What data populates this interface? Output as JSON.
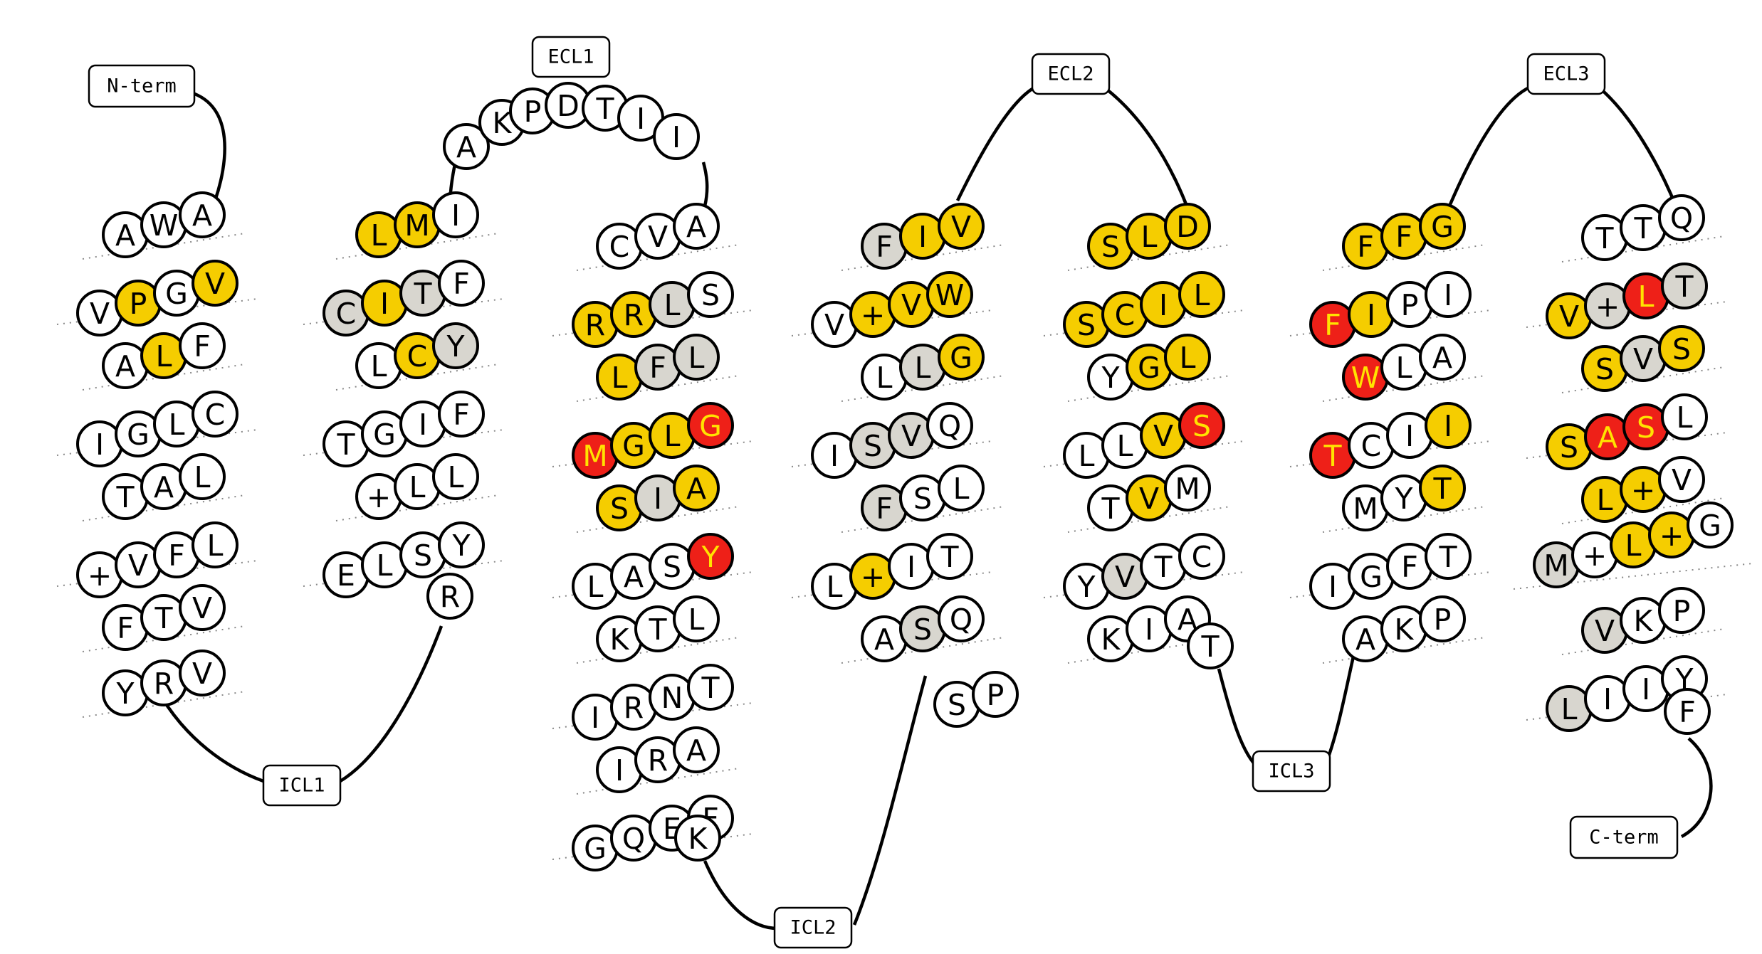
{
  "colors": {
    "white": "#ffffff",
    "grey": "#d8d6cf",
    "yellow": "#f5cd00",
    "red": "#ee2018",
    "text_on_red": "#ffe300",
    "text": "#000000"
  },
  "labels": {
    "nterm": "N-term",
    "ecl1": "ECL1",
    "icl1": "ICL1",
    "ecl2": "ECL2",
    "icl2": "ICL2",
    "ecl3": "ECL3",
    "icl3": "ICL3",
    "cterm": "C-term"
  },
  "segments": {
    "tm1": [
      {
        "aa": "A",
        "c": "white"
      },
      {
        "aa": "W",
        "c": "white"
      },
      {
        "aa": "A",
        "c": "white"
      },
      {
        "aa": "V",
        "c": "white"
      },
      {
        "aa": "P",
        "c": "yellow"
      },
      {
        "aa": "G",
        "c": "white"
      },
      {
        "aa": "V",
        "c": "yellow"
      },
      {
        "aa": "A",
        "c": "white"
      },
      {
        "aa": "L",
        "c": "yellow"
      },
      {
        "aa": "F",
        "c": "white"
      },
      {
        "aa": "I",
        "c": "white"
      },
      {
        "aa": "G",
        "c": "white"
      },
      {
        "aa": "L",
        "c": "white"
      },
      {
        "aa": "C",
        "c": "white"
      },
      {
        "aa": "T",
        "c": "white"
      },
      {
        "aa": "A",
        "c": "white"
      },
      {
        "aa": "L",
        "c": "white"
      },
      {
        "aa": "+",
        "c": "white"
      },
      {
        "aa": "V",
        "c": "white"
      },
      {
        "aa": "F",
        "c": "white"
      },
      {
        "aa": "L",
        "c": "white"
      },
      {
        "aa": "F",
        "c": "white"
      },
      {
        "aa": "T",
        "c": "white"
      },
      {
        "aa": "V",
        "c": "white"
      },
      {
        "aa": "Y",
        "c": "white"
      },
      {
        "aa": "R",
        "c": "white"
      },
      {
        "aa": "V",
        "c": "white"
      }
    ],
    "tm2": [
      {
        "aa": "L",
        "c": "yellow"
      },
      {
        "aa": "M",
        "c": "yellow"
      },
      {
        "aa": "I",
        "c": "white"
      },
      {
        "aa": "C",
        "c": "grey"
      },
      {
        "aa": "I",
        "c": "yellow"
      },
      {
        "aa": "T",
        "c": "grey"
      },
      {
        "aa": "F",
        "c": "white"
      },
      {
        "aa": "L",
        "c": "white"
      },
      {
        "aa": "C",
        "c": "yellow"
      },
      {
        "aa": "Y",
        "c": "grey"
      },
      {
        "aa": "T",
        "c": "white"
      },
      {
        "aa": "G",
        "c": "white"
      },
      {
        "aa": "I",
        "c": "white"
      },
      {
        "aa": "F",
        "c": "white"
      },
      {
        "aa": "+",
        "c": "white"
      },
      {
        "aa": "L",
        "c": "white"
      },
      {
        "aa": "L",
        "c": "white"
      },
      {
        "aa": "E",
        "c": "white"
      },
      {
        "aa": "L",
        "c": "white"
      },
      {
        "aa": "S",
        "c": "white"
      },
      {
        "aa": "Y",
        "c": "white"
      },
      {
        "aa": "R",
        "c": "white"
      }
    ],
    "ecl1": [
      {
        "aa": "A",
        "c": "white"
      },
      {
        "aa": "K",
        "c": "white"
      },
      {
        "aa": "P",
        "c": "white"
      },
      {
        "aa": "D",
        "c": "white"
      },
      {
        "aa": "T",
        "c": "white"
      },
      {
        "aa": "I",
        "c": "white"
      },
      {
        "aa": "I",
        "c": "white"
      }
    ],
    "tm3": [
      {
        "aa": "C",
        "c": "white"
      },
      {
        "aa": "V",
        "c": "white"
      },
      {
        "aa": "A",
        "c": "white"
      },
      {
        "aa": "R",
        "c": "yellow"
      },
      {
        "aa": "R",
        "c": "yellow"
      },
      {
        "aa": "L",
        "c": "grey"
      },
      {
        "aa": "S",
        "c": "white"
      },
      {
        "aa": "L",
        "c": "yellow"
      },
      {
        "aa": "F",
        "c": "grey"
      },
      {
        "aa": "L",
        "c": "grey"
      },
      {
        "aa": "M",
        "c": "red"
      },
      {
        "aa": "G",
        "c": "yellow"
      },
      {
        "aa": "L",
        "c": "yellow"
      },
      {
        "aa": "G",
        "c": "red"
      },
      {
        "aa": "S",
        "c": "yellow"
      },
      {
        "aa": "I",
        "c": "grey"
      },
      {
        "aa": "A",
        "c": "yellow"
      },
      {
        "aa": "L",
        "c": "white"
      },
      {
        "aa": "A",
        "c": "white"
      },
      {
        "aa": "S",
        "c": "white"
      },
      {
        "aa": "Y",
        "c": "red"
      },
      {
        "aa": "K",
        "c": "white"
      },
      {
        "aa": "T",
        "c": "white"
      },
      {
        "aa": "L",
        "c": "white"
      },
      {
        "aa": "I",
        "c": "white"
      },
      {
        "aa": "R",
        "c": "white"
      },
      {
        "aa": "N",
        "c": "white"
      },
      {
        "aa": "T",
        "c": "white"
      },
      {
        "aa": "I",
        "c": "white"
      },
      {
        "aa": "R",
        "c": "white"
      },
      {
        "aa": "A",
        "c": "white"
      },
      {
        "aa": "G",
        "c": "white"
      },
      {
        "aa": "Q",
        "c": "white"
      },
      {
        "aa": "E",
        "c": "white"
      },
      {
        "aa": "F",
        "c": "white"
      },
      {
        "aa": "K",
        "c": "white"
      }
    ],
    "tm4": [
      {
        "aa": "F",
        "c": "grey"
      },
      {
        "aa": "I",
        "c": "yellow"
      },
      {
        "aa": "V",
        "c": "yellow"
      },
      {
        "aa": "V",
        "c": "white"
      },
      {
        "aa": "+",
        "c": "yellow"
      },
      {
        "aa": "V",
        "c": "yellow"
      },
      {
        "aa": "W",
        "c": "yellow"
      },
      {
        "aa": "L",
        "c": "white"
      },
      {
        "aa": "L",
        "c": "grey"
      },
      {
        "aa": "G",
        "c": "yellow"
      },
      {
        "aa": "I",
        "c": "white"
      },
      {
        "aa": "S",
        "c": "grey"
      },
      {
        "aa": "V",
        "c": "grey"
      },
      {
        "aa": "Q",
        "c": "white"
      },
      {
        "aa": "F",
        "c": "grey"
      },
      {
        "aa": "S",
        "c": "white"
      },
      {
        "aa": "L",
        "c": "white"
      },
      {
        "aa": "L",
        "c": "white"
      },
      {
        "aa": "+",
        "c": "yellow"
      },
      {
        "aa": "I",
        "c": "white"
      },
      {
        "aa": "T",
        "c": "white"
      },
      {
        "aa": "A",
        "c": "white"
      },
      {
        "aa": "S",
        "c": "grey"
      },
      {
        "aa": "Q",
        "c": "white"
      },
      {
        "aa": "S",
        "c": "white"
      },
      {
        "aa": "P",
        "c": "white"
      }
    ],
    "tm5": [
      {
        "aa": "S",
        "c": "yellow"
      },
      {
        "aa": "L",
        "c": "yellow"
      },
      {
        "aa": "D",
        "c": "yellow"
      },
      {
        "aa": "S",
        "c": "yellow"
      },
      {
        "aa": "C",
        "c": "yellow"
      },
      {
        "aa": "I",
        "c": "yellow"
      },
      {
        "aa": "L",
        "c": "yellow"
      },
      {
        "aa": "Y",
        "c": "white"
      },
      {
        "aa": "G",
        "c": "yellow"
      },
      {
        "aa": "L",
        "c": "yellow"
      },
      {
        "aa": "L",
        "c": "white"
      },
      {
        "aa": "L",
        "c": "white"
      },
      {
        "aa": "V",
        "c": "yellow"
      },
      {
        "aa": "S",
        "c": "red"
      },
      {
        "aa": "T",
        "c": "white"
      },
      {
        "aa": "V",
        "c": "yellow"
      },
      {
        "aa": "M",
        "c": "white"
      },
      {
        "aa": "Y",
        "c": "white"
      },
      {
        "aa": "V",
        "c": "grey"
      },
      {
        "aa": "T",
        "c": "white"
      },
      {
        "aa": "C",
        "c": "white"
      },
      {
        "aa": "K",
        "c": "white"
      },
      {
        "aa": "I",
        "c": "white"
      },
      {
        "aa": "A",
        "c": "white"
      },
      {
        "aa": "T",
        "c": "white"
      }
    ],
    "tm6": [
      {
        "aa": "F",
        "c": "yellow"
      },
      {
        "aa": "F",
        "c": "yellow"
      },
      {
        "aa": "G",
        "c": "yellow"
      },
      {
        "aa": "F",
        "c": "red"
      },
      {
        "aa": "I",
        "c": "yellow"
      },
      {
        "aa": "P",
        "c": "white"
      },
      {
        "aa": "I",
        "c": "white"
      },
      {
        "aa": "W",
        "c": "red"
      },
      {
        "aa": "L",
        "c": "white"
      },
      {
        "aa": "A",
        "c": "white"
      },
      {
        "aa": "T",
        "c": "red"
      },
      {
        "aa": "C",
        "c": "white"
      },
      {
        "aa": "I",
        "c": "white"
      },
      {
        "aa": "I",
        "c": "yellow"
      },
      {
        "aa": "M",
        "c": "white"
      },
      {
        "aa": "Y",
        "c": "white"
      },
      {
        "aa": "T",
        "c": "yellow"
      },
      {
        "aa": "I",
        "c": "white"
      },
      {
        "aa": "G",
        "c": "white"
      },
      {
        "aa": "F",
        "c": "white"
      },
      {
        "aa": "T",
        "c": "white"
      },
      {
        "aa": "A",
        "c": "white"
      },
      {
        "aa": "K",
        "c": "white"
      },
      {
        "aa": "P",
        "c": "white"
      }
    ],
    "tm7": [
      {
        "aa": "T",
        "c": "white"
      },
      {
        "aa": "T",
        "c": "white"
      },
      {
        "aa": "Q",
        "c": "white"
      },
      {
        "aa": "V",
        "c": "yellow"
      },
      {
        "aa": "+",
        "c": "grey"
      },
      {
        "aa": "L",
        "c": "red"
      },
      {
        "aa": "T",
        "c": "grey"
      },
      {
        "aa": "S",
        "c": "yellow"
      },
      {
        "aa": "V",
        "c": "grey"
      },
      {
        "aa": "S",
        "c": "yellow"
      },
      {
        "aa": "S",
        "c": "yellow"
      },
      {
        "aa": "A",
        "c": "red"
      },
      {
        "aa": "S",
        "c": "red"
      },
      {
        "aa": "L",
        "c": "white"
      },
      {
        "aa": "L",
        "c": "yellow"
      },
      {
        "aa": "+",
        "c": "yellow"
      },
      {
        "aa": "V",
        "c": "white"
      },
      {
        "aa": "M",
        "c": "grey"
      },
      {
        "aa": "+",
        "c": "white"
      },
      {
        "aa": "L",
        "c": "yellow"
      },
      {
        "aa": "+",
        "c": "yellow"
      },
      {
        "aa": "G",
        "c": "white"
      },
      {
        "aa": "V",
        "c": "grey"
      },
      {
        "aa": "K",
        "c": "white"
      },
      {
        "aa": "P",
        "c": "white"
      },
      {
        "aa": "L",
        "c": "grey"
      },
      {
        "aa": "I",
        "c": "white"
      },
      {
        "aa": "I",
        "c": "white"
      },
      {
        "aa": "Y",
        "c": "white"
      },
      {
        "aa": "F",
        "c": "white"
      }
    ]
  }
}
